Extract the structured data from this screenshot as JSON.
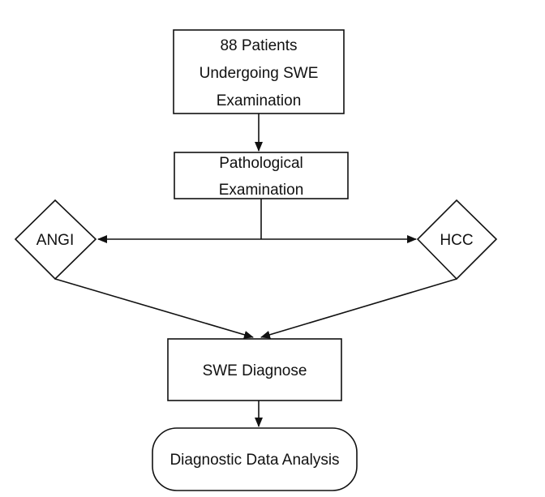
{
  "diagram": {
    "nodes": {
      "patients": {
        "lines": [
          "88 Patients",
          "Undergoing SWE",
          "Examination"
        ]
      },
      "pathology": {
        "lines": [
          "Pathological",
          "Examination"
        ]
      },
      "angi": {
        "label": "ANGI"
      },
      "hcc": {
        "label": "HCC"
      },
      "swe_diagnose": {
        "label": "SWE Diagnose"
      },
      "analysis": {
        "label": "Diagnostic Data Analysis"
      }
    },
    "edges": [
      {
        "from": "patients",
        "to": "pathology"
      },
      {
        "from": "pathology",
        "to": "angi"
      },
      {
        "from": "pathology",
        "to": "hcc"
      },
      {
        "from": "angi",
        "to": "swe_diagnose"
      },
      {
        "from": "hcc",
        "to": "swe_diagnose"
      },
      {
        "from": "swe_diagnose",
        "to": "analysis"
      }
    ]
  }
}
